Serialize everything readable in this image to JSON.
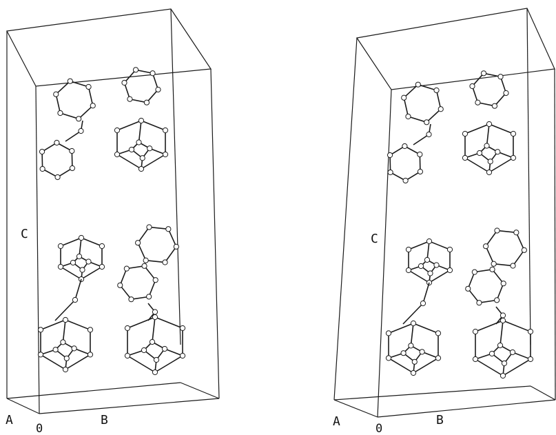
{
  "figure": {
    "style": {
      "line_color": "#1a1a1a",
      "atom_fill": "#ffffff",
      "background": "#ffffff"
    },
    "views": [
      {
        "name": "left-view",
        "axis_labels": {
          "a": "A",
          "origin": "0",
          "b": "B",
          "c": "C"
        }
      },
      {
        "name": "right-view",
        "axis_labels": {
          "a": "A",
          "origin": "0",
          "b": "B",
          "c": "C"
        }
      }
    ]
  }
}
